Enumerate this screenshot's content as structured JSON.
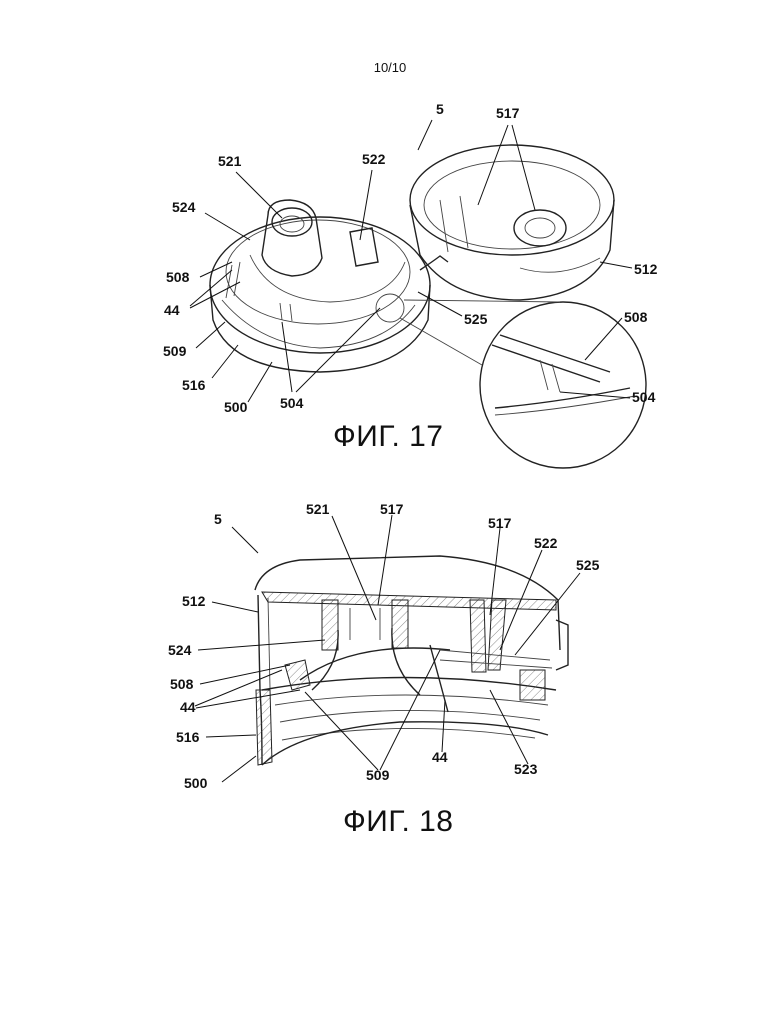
{
  "sheet": {
    "page_number": "10/10"
  },
  "figure17": {
    "caption": "ФИГ. 17",
    "labels": {
      "r5": "5",
      "r517": "517",
      "r521": "521",
      "r522": "522",
      "r524": "524",
      "r508": "508",
      "r44": "44",
      "r509": "509",
      "r516": "516",
      "r500": "500",
      "r504": "504",
      "r525": "525",
      "r512": "512",
      "r508b": "508",
      "r504b": "504"
    }
  },
  "figure18": {
    "caption": "ФИГ. 18",
    "labels": {
      "r5": "5",
      "r521": "521",
      "r517a": "517",
      "r517b": "517",
      "r522": "522",
      "r525": "525",
      "r512": "512",
      "r524": "524",
      "r508": "508",
      "r44a": "44",
      "r516": "516",
      "r500": "500",
      "r509": "509",
      "r44b": "44",
      "r523": "523"
    }
  }
}
